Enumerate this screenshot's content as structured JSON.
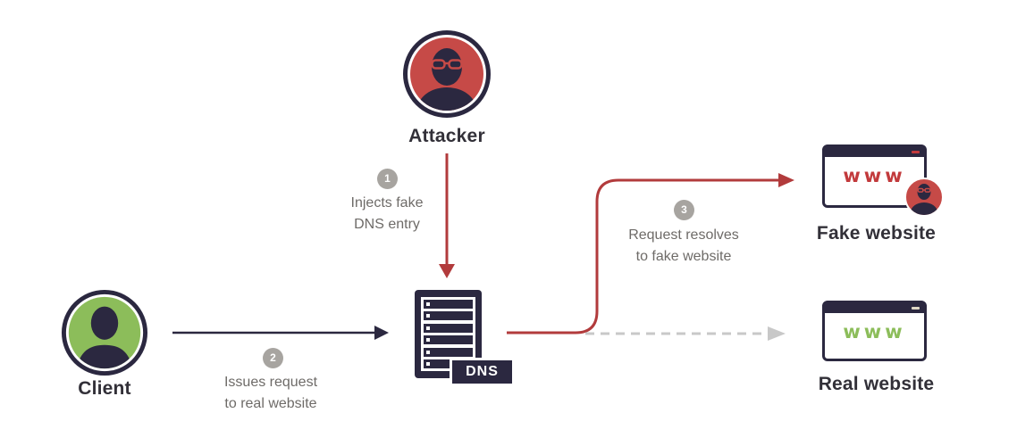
{
  "nodes": {
    "attacker": {
      "label": "Attacker"
    },
    "client": {
      "label": "Client"
    },
    "dns_server": {
      "tag": "DNS"
    },
    "fake_website": {
      "label": "Fake website",
      "www": "www"
    },
    "real_website": {
      "label": "Real website",
      "www": "www"
    }
  },
  "steps": [
    {
      "num": "1",
      "line1": "Injects fake",
      "line2": "DNS entry"
    },
    {
      "num": "2",
      "line1": "Issues request",
      "line2": "to real website"
    },
    {
      "num": "3",
      "line1": "Request resolves",
      "line2": "to fake website"
    }
  ],
  "colors": {
    "navy": "#2b2840",
    "arrowRed": "#b23b3c",
    "wwwRed": "#c23a3c",
    "attackerRed": "#c64a47",
    "green": "#8cbd5a",
    "badgeGray": "#a7a4a0",
    "textGray": "#6e6b68",
    "labelDark": "#323038",
    "dashGray": "#c8c8c8",
    "background": "#ffffff"
  }
}
